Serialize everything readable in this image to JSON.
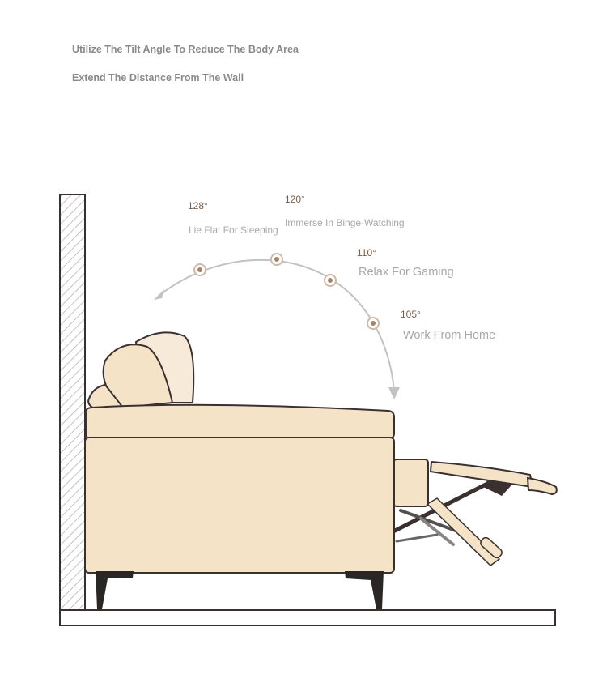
{
  "headline": "",
  "subtitle_lines": [
    "Utilize The Tilt Angle To Reduce The Body Area",
    "Extend The Distance From The Wall"
  ],
  "positions": [
    {
      "angle": "128°",
      "label": "Lie Flat For Sleeping"
    },
    {
      "angle": "120°",
      "label": "Immerse In Binge-Watching"
    },
    {
      "angle": "110°",
      "label": "Relax For Gaming"
    },
    {
      "angle": "105°",
      "label": "Work From Home"
    }
  ],
  "colors": {
    "sofa_fill": "#f5e3c8",
    "outline": "#3a3030",
    "arc_dot": "#a88364",
    "angle_text": "#7a5e4b",
    "label_text": "#a8a8a8"
  }
}
